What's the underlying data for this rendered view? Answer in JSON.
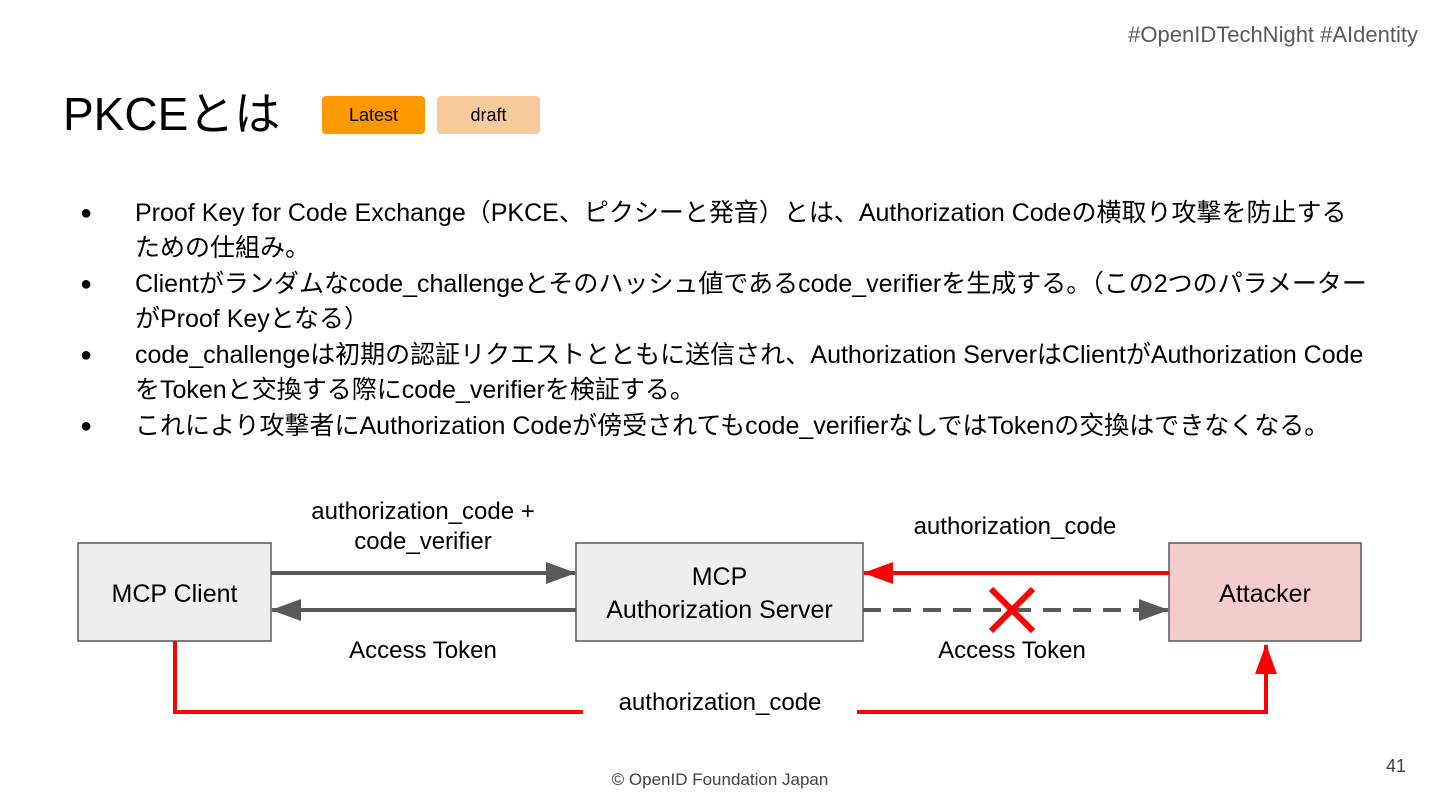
{
  "header": {
    "hashtags": "#OpenIDTechNight  #AIdentity"
  },
  "slide": {
    "title": "PKCEとは",
    "badges": [
      "Latest",
      "draft"
    ],
    "bullets": [
      "Proof Key for Code Exchange（PKCE、ピクシーと発音）とは、Authorization Codeの横取り攻撃を防止するための仕組み。",
      "Clientがランダムなcode_challengeとそのハッシュ値であるcode_verifierを生成する。（この2つのパラメーターがProof Keyとなる）",
      "code_challengeは初期の認証リクエストとともに送信され、Authorization ServerはClientがAuthorization CodeをTokenと交換する際にcode_verifierを検証する。",
      "これにより攻撃者にAuthorization Codeが傍受されてもcode_verifierなしではTokenの交換はできなくなる。"
    ]
  },
  "diagram": {
    "nodes": {
      "client": "MCP Client",
      "server_line1": "MCP",
      "server_line2": "Authorization Server",
      "attacker": "Attacker"
    },
    "edges": {
      "client_to_server_line1": "authorization_code +",
      "client_to_server_line2": "code_verifier",
      "server_to_client": "Access Token",
      "attacker_to_server": "authorization_code",
      "server_to_attacker": "Access Token",
      "client_to_attacker": "authorization_code"
    },
    "colors": {
      "box_fill": "#eeeeee",
      "attacker_fill": "#f4cccc",
      "arrow_gray": "#595959",
      "arrow_red": "#ff0000"
    },
    "blocked_icon": "cross-mark-icon"
  },
  "footer": {
    "copyright": "© OpenID Foundation Japan",
    "page_number": "41"
  }
}
